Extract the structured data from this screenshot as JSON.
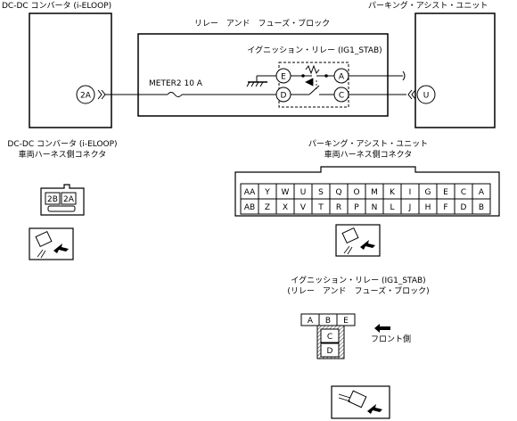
{
  "labels": {
    "dcdc_title": "DC-DC コンバータ (i-ELOOP)",
    "parking_title": "パーキング・アシスト・ユニット",
    "relay_block_title": "リレー　アンド　フューズ・ブロック",
    "ig_relay_title": "イグニッション・リレー (IG1_STAB)",
    "fuse_label": "METER2 10 A",
    "dcdc_conn_line1": "DC-DC コンバータ (i-ELOOP)",
    "dcdc_conn_line2": "車両ハーネス側コネクタ",
    "parking_conn_line1": "パーキング・アシスト・ユニット",
    "parking_conn_line2": "車両ハーネス側コネクタ",
    "relay_conn_line1": "イグニッション・リレー (IG1_STAB)",
    "relay_conn_line2": "(リレー　アンド　フューズ・ブロック)",
    "front_side": "フロント側"
  },
  "terminals": {
    "dcdc": "2A",
    "parking": "U",
    "relay": [
      "E",
      "A",
      "D",
      "C"
    ]
  },
  "dcdc_connector": [
    "2B",
    "2A"
  ],
  "parking_connector": {
    "top_row": [
      "AA",
      "Y",
      "W",
      "U",
      "S",
      "Q",
      "O",
      "M",
      "K",
      "I",
      "G",
      "E",
      "C",
      "A"
    ],
    "bottom_row": [
      "AB",
      "Z",
      "X",
      "V",
      "T",
      "R",
      "P",
      "N",
      "L",
      "J",
      "H",
      "F",
      "D",
      "B"
    ]
  },
  "relay_connector": {
    "top_row": [
      "A",
      "B",
      "E"
    ],
    "column": [
      "C",
      "D"
    ]
  }
}
